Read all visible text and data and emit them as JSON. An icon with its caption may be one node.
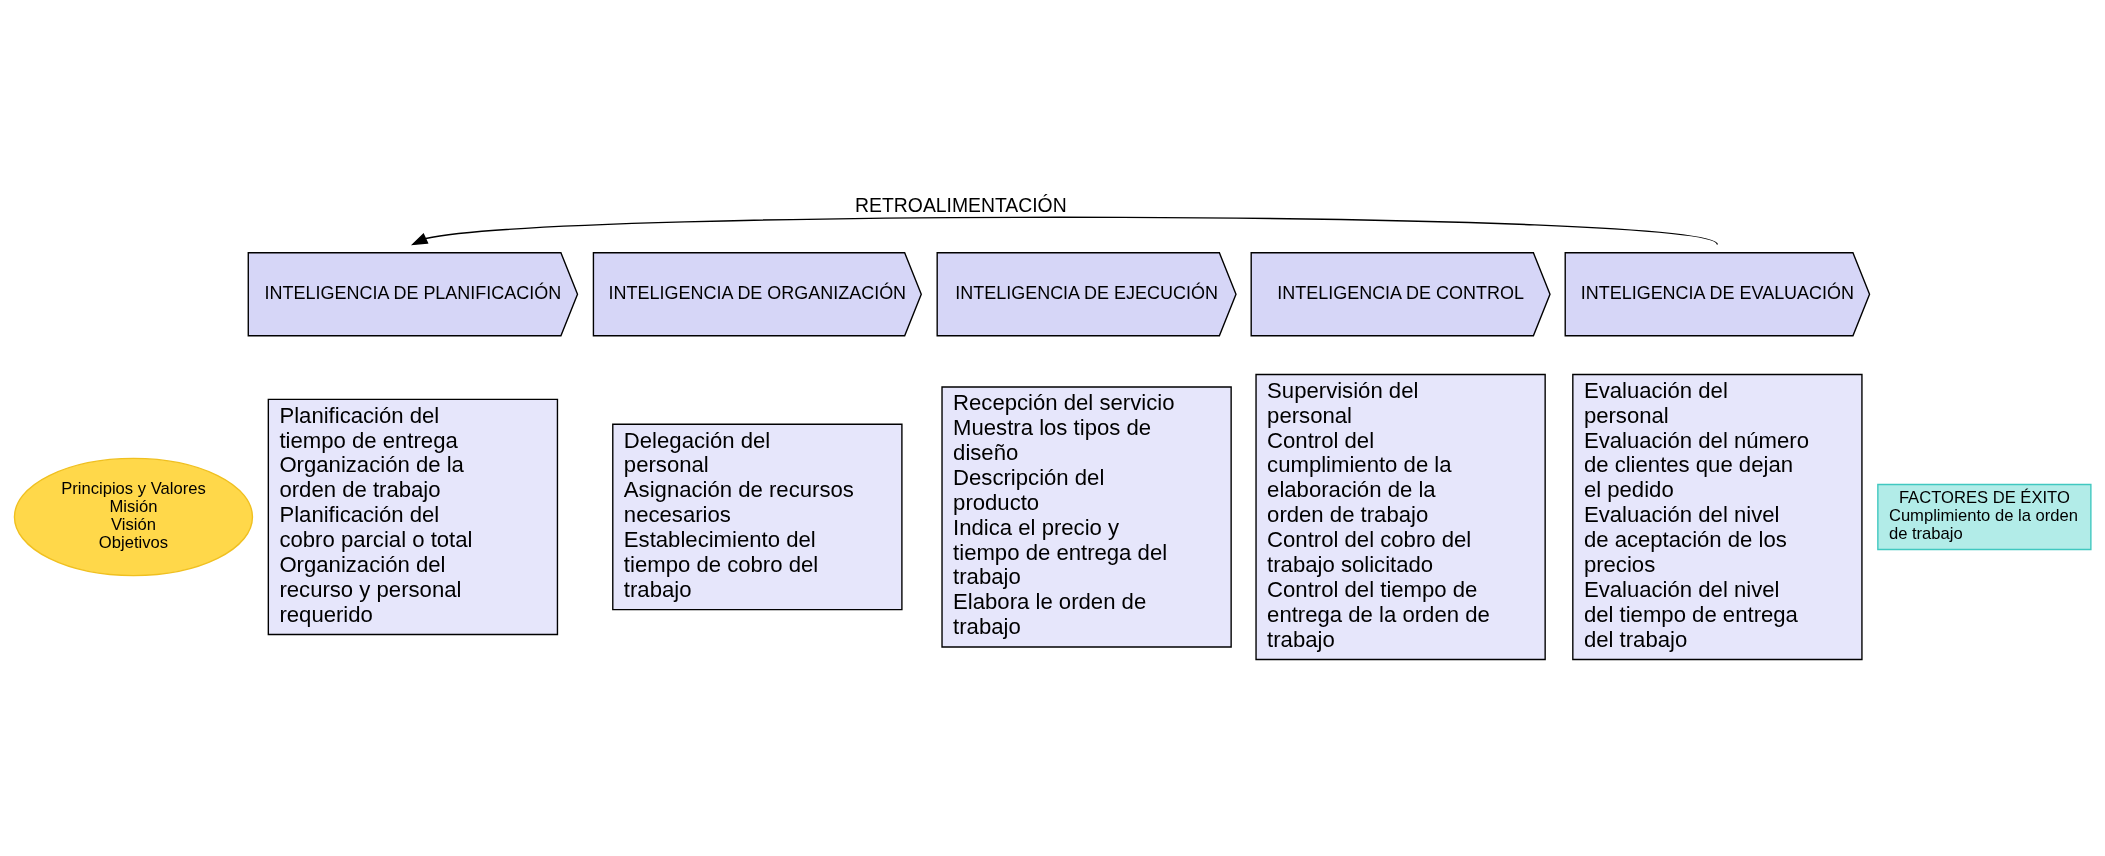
{
  "diagram": {
    "nodes": [
      {
        "text": [
          "INTELIGENCIA DE PLANIFICACIÓN"
        ]
      },
      {
        "text": [
          "INTELIGENCIA DE ORGANIZACIÓN"
        ]
      },
      {
        "text": [
          "INTELIGENCIA DE EJECUCIÓN"
        ]
      },
      {
        "text": [
          "INTELIGENCIA DE CONTROL"
        ]
      },
      {
        "text": [
          "INTELIGENCIA DE EVALUACIÓN"
        ]
      },
      {
        "text": [
          "Planificación del tiempo de entrega",
          "Organización de la orden de trabajo",
          "Planificación del cobro parcial o total",
          "Organización del recurso y personal requerido"
        ]
      },
      {
        "text": [
          "Delegación del personal",
          "Asignación de recursos necesarios",
          "Establecimiento del tiempo de cobro del trabajo"
        ]
      },
      {
        "text": [
          "Recepción del servicio",
          "Muestra los tipos de diseño",
          "Descripción del producto",
          "Indica el precio y tiempo de entrega del trabajo",
          "Elabora le orden de trabajo"
        ]
      },
      {
        "text": [
          "Supervisión del personal",
          "Control del cumplimiento de la elaboración de la orden de trabajo",
          "Control del cobro del trabajo solicitado",
          "Control del tiempo de entrega de la orden de trabajo"
        ]
      },
      {
        "text": [
          "Evaluación del personal",
          "Evaluación del número de clientes que dejan el pedido",
          "Evaluación del nivel de aceptación de los precios",
          "Evaluación del nivel del tiempo de entrega del trabajo"
        ]
      },
      {
        "text": [
          "Principios y Valores",
          "Misión",
          "Visión",
          "Objetivos"
        ]
      },
      {
        "text": [
          "FACTORES DE ÉXITO",
          "Cumplimiento de la orden de trabajo"
        ]
      }
    ],
    "edges": [
      {
        "from": 4,
        "to": 0,
        "arrow": "to",
        "label": "RETROALIMENTACIÓN"
      }
    ]
  }
}
